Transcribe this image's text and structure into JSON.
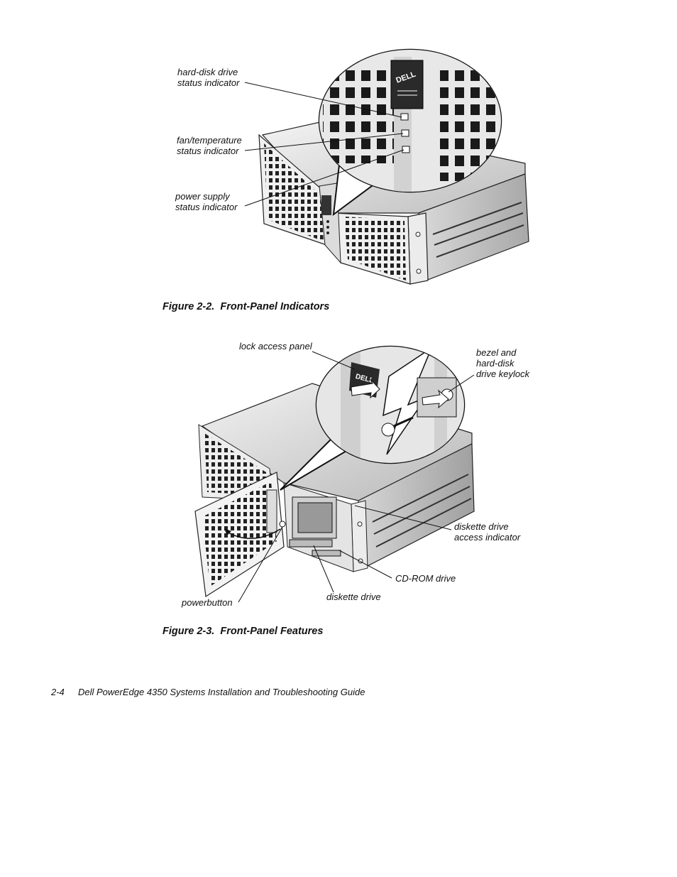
{
  "figure_2_2": {
    "caption": "Figure 2-2.  Front-Panel Indicators",
    "callouts": {
      "hard_disk": "hard-disk drive\nstatus indicator",
      "fan_temp": "fan/temperature\nstatus indicator",
      "power_supply": "power supply\nstatus indicator"
    }
  },
  "figure_2_3": {
    "caption": "Figure 2-3.  Front-Panel Features",
    "callouts": {
      "lock_access": "lock access panel",
      "bezel_keylock": "bezel and\nhard-disk\ndrive keylock",
      "diskette_indicator": "diskette drive\naccess indicator",
      "cdrom": "CD-ROM drive",
      "diskette_drive": "diskette drive",
      "power_button": "powerbutton"
    }
  },
  "footer": {
    "page_number": "2-4",
    "title": "Dell PowerEdge 4350 Systems Installation and Troubleshooting Guide"
  }
}
